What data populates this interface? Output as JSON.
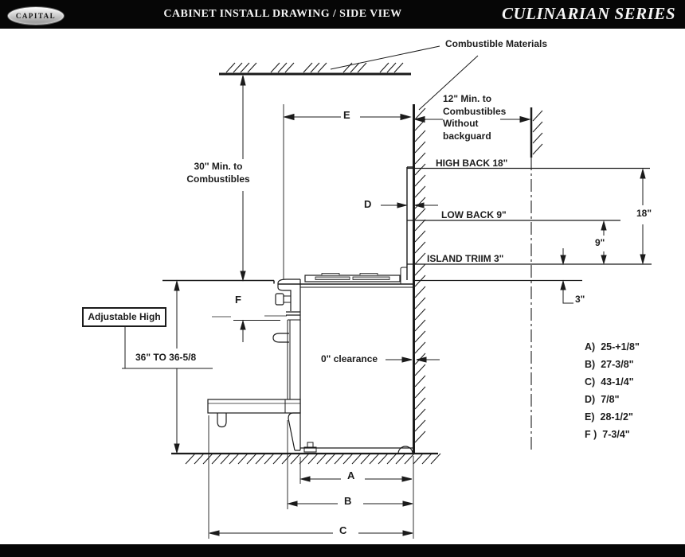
{
  "colors": {
    "bar_background": "#060606",
    "page_background": "#ffffff",
    "line": "#1b1b1b",
    "header_text": "#f5f5f5"
  },
  "header": {
    "logo_text": "CAPITAL",
    "title": "CABINET INSTALL DRAWING / SIDE VIEW",
    "series": "CULINARIAN SERIES"
  },
  "annotations": {
    "combustible_materials": "Combustible Materials",
    "min_12": "12\" Min. to\nCombustibles\nWithout\nbackguard",
    "min_30": "30'' Min. to\nCombustibles",
    "high_back": "HIGH BACK 18\"",
    "low_back": "LOW BACK 9\"",
    "island_trim": "ISLAND TRIIM 3\"",
    "dim_18": "18\"",
    "dim_9": "9\"",
    "dim_3": "3\"",
    "adjustable_high": "Adjustable High",
    "range_height": "36\"  TO  36-5/8",
    "zero_clearance": "0\" clearance",
    "letter_e": "E",
    "letter_d": "D",
    "letter_f": "F",
    "letter_a": "A",
    "letter_b": "B",
    "letter_c": "C"
  },
  "dim_list": [
    {
      "key": "A)",
      "value": "25-+1/8\""
    },
    {
      "key": "B)",
      "value": "27-3/8\""
    },
    {
      "key": "C)",
      "value": "43-1/4\""
    },
    {
      "key": "D)",
      "value": "7/8\""
    },
    {
      "key": "E)",
      "value": "28-1/2\""
    },
    {
      "key": "F )",
      "value": "7-3/4\""
    }
  ]
}
